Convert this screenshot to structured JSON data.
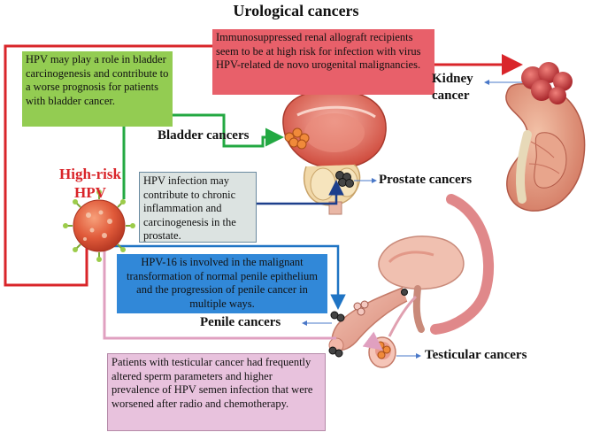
{
  "title": "Urological cancers",
  "hpv_label_line1": "High-risk",
  "hpv_label_line2": "HPV",
  "boxes": {
    "kidney_note": "Immunosuppressed renal allograft recipients seem to be at high risk for infection with virus HPV-related de novo urogenital malignancies.",
    "bladder_note": "HPV may play a role in bladder carcinogenesis and contribute to a worse prognosis for patients with bladder cancer.",
    "prostate_note": "HPV infection may contribute to chronic inflammation and carcinogenesis in the prostate.",
    "penile_note": "HPV-16 is involved in the malignant transformation of normal penile epithelium and the progression of penile cancer in multiple ways.",
    "testicular_note": "Patients with testicular cancer had frequently altered sperm parameters and higher prevalence of HPV semen infection that were worsened after radio and chemotherapy."
  },
  "labels": {
    "kidney_line1": "Kidney",
    "kidney_line2": "cancer",
    "bladder": "Bladder cancers",
    "prostate": "Prostate cancers",
    "penile": "Penile cancers",
    "testicular": "Testicular cancers"
  },
  "colors": {
    "kidney_box": "#e8606a",
    "bladder_box": "#93cc52",
    "prostate_box": "#dce3e1",
    "penile_box": "#3188d8",
    "testicular_box": "#e8c2dd",
    "red_line": "#d9252a",
    "green_line": "#23a842",
    "navy_line": "#1d3f8c",
    "blue_line": "#1f74c4",
    "pink_line": "#e0a0c0",
    "hpv_text": "#d9252a"
  }
}
